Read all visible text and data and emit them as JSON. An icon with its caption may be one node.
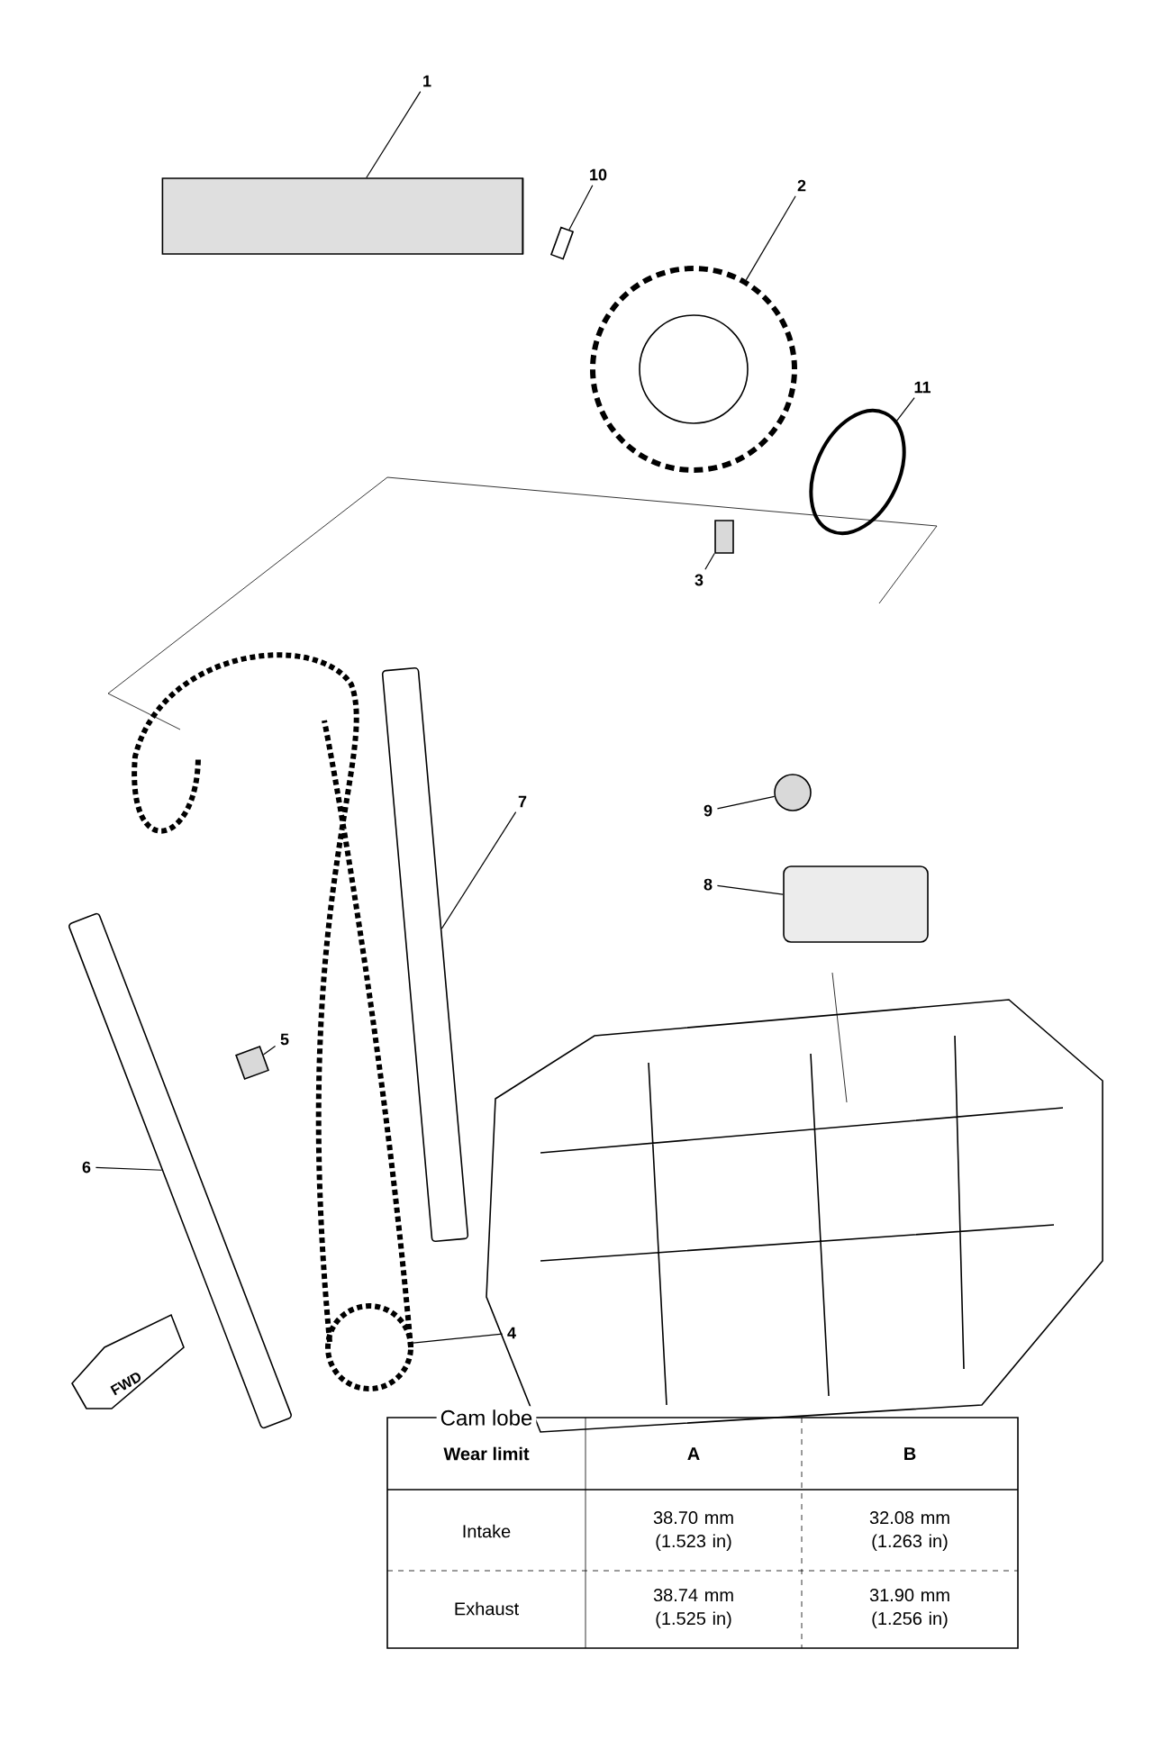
{
  "diagram": {
    "nodes": [
      {
        "text": [
          "1"
        ]
      },
      {
        "text": [
          "2"
        ]
      },
      {
        "text": [
          "3"
        ]
      },
      {
        "text": [
          "4"
        ]
      },
      {
        "text": [
          "5"
        ]
      },
      {
        "text": [
          "6"
        ]
      },
      {
        "text": [
          "7"
        ]
      },
      {
        "text": [
          "8"
        ]
      },
      {
        "text": [
          "9"
        ]
      },
      {
        "text": [
          "10"
        ]
      },
      {
        "text": [
          "11"
        ]
      },
      {
        "text": [],
        "shape": "cylinder"
      },
      {
        "text": [],
        "shape": "circle"
      },
      {
        "text": [],
        "shape": "box"
      },
      {
        "text": [],
        "shape": "circle"
      },
      {
        "text": [],
        "shape": "box"
      },
      {
        "text": [],
        "shape": "bar"
      },
      {
        "text": [],
        "shape": "bar"
      },
      {
        "text": [],
        "shape": "box"
      },
      {
        "text": [],
        "shape": "circle"
      },
      {
        "text": [],
        "shape": "box"
      },
      {
        "text": [],
        "shape": "ellipse"
      }
    ],
    "edges": [
      {
        "from": 0,
        "to": 11,
        "arrow": "none"
      },
      {
        "from": 1,
        "to": 12,
        "arrow": "none"
      },
      {
        "from": 2,
        "to": 13,
        "arrow": "none"
      },
      {
        "from": 3,
        "to": 14,
        "arrow": "none"
      },
      {
        "from": 4,
        "to": 15,
        "arrow": "none"
      },
      {
        "from": 5,
        "to": 16,
        "arrow": "none"
      },
      {
        "from": 6,
        "to": 17,
        "arrow": "none"
      },
      {
        "from": 7,
        "to": 18,
        "arrow": "none"
      },
      {
        "from": 8,
        "to": 19,
        "arrow": "none"
      },
      {
        "from": 9,
        "to": 20,
        "arrow": "none"
      },
      {
        "from": 10,
        "to": 21,
        "arrow": "none"
      }
    ],
    "labels": [
      "FWD",
      "Cam lobe",
      "Wear limit",
      "A",
      "B",
      "Intake",
      "38.70 mm (1.523 in)",
      "32.08 mm (1.263 in)",
      "Exhaust",
      "38.74 mm (1.525 in)",
      "31.90 mm (1.256 in)"
    ]
  }
}
